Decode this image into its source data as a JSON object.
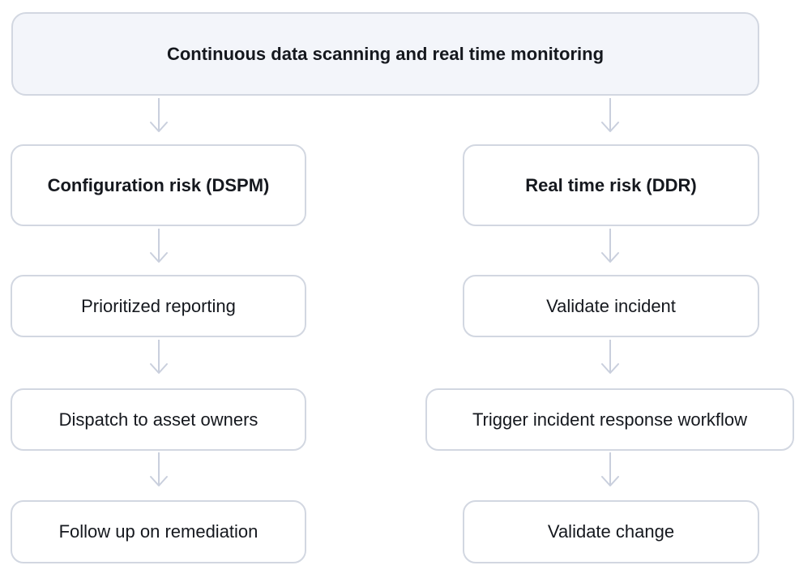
{
  "diagram": {
    "root": {
      "label": "Continuous data scanning and real time monitoring"
    },
    "columns": [
      {
        "header": "Configuration risk (DSPM)",
        "steps": [
          "Prioritized reporting",
          "Dispatch to asset owners",
          "Follow up on remediation"
        ]
      },
      {
        "header": "Real time risk (DDR)",
        "steps": [
          "Validate incident",
          "Trigger incident response workflow",
          "Validate change"
        ]
      }
    ],
    "colors": {
      "root_fill": "#f3f5fa",
      "node_fill": "#ffffff",
      "node_border": "#d2d7e1",
      "arrow": "#c9cfdd",
      "text": "#15181e",
      "background": "#ffffff"
    }
  }
}
